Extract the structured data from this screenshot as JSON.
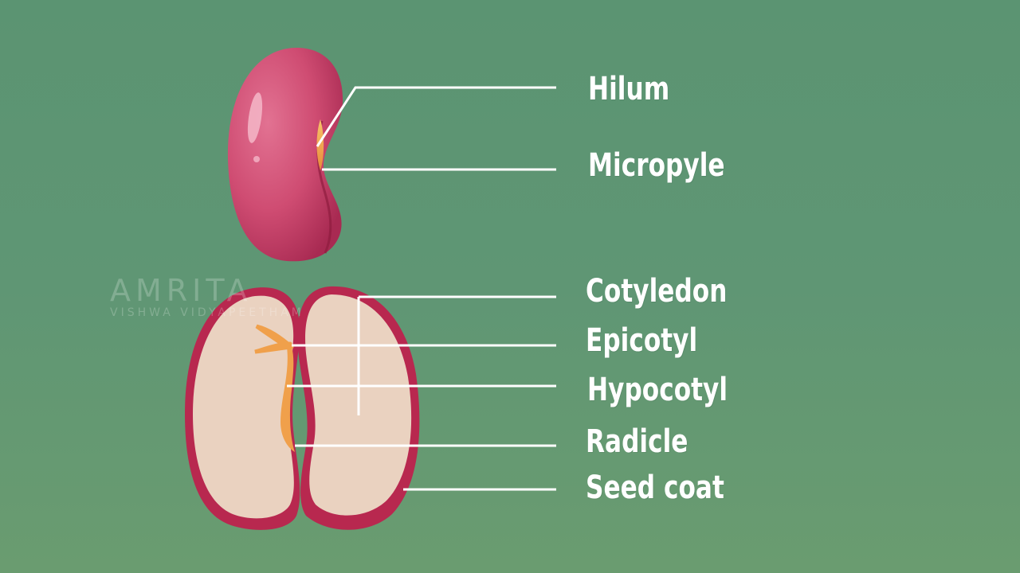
{
  "labels": {
    "hilum": "Hilum",
    "micropyle": "Micropyle",
    "cotyledon": "Cotyledon",
    "epicotyl": "Epicotyl",
    "hypocotyl": "Hypocotyl",
    "radicle": "Radicle",
    "seed_coat": "Seed coat"
  },
  "watermark": {
    "main": "AMRITA",
    "sub": "VISHWA VIDYAPEETHAM"
  },
  "colors": {
    "background": "#5f9674",
    "seed_coat": "#c0395d",
    "seed_coat_dark": "#9a1f45",
    "cotyledon": "#ead2c0",
    "embryo": "#f0a04b",
    "leader_line": "#ffffff",
    "label_text": "#ffffff"
  }
}
